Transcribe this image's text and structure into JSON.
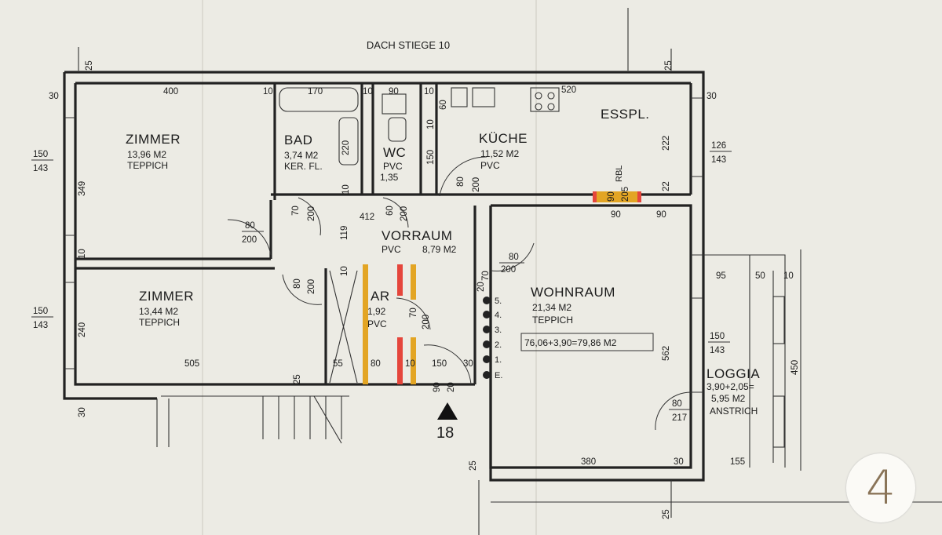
{
  "title": "DACH STIEGE 10",
  "rooms": {
    "zimmer1": {
      "name": "ZIMMER",
      "area": "13,96 M2",
      "floor": "TEPPICH"
    },
    "zimmer2": {
      "name": "ZIMMER",
      "area": "13,44 M2",
      "floor": "TEPPICH"
    },
    "bad": {
      "name": "BAD",
      "area": "3,74 M2",
      "floor": "KER. FL."
    },
    "wc": {
      "name": "WC",
      "area": "1,35",
      "floor": "PVC"
    },
    "kueche": {
      "name": "KÜCHE",
      "area": "11,52 M2",
      "floor": "PVC"
    },
    "esspl": {
      "name": "ESSPL."
    },
    "vorraum": {
      "name": "VORRAUM",
      "floor": "PVC",
      "area": "8,79 M2"
    },
    "ar": {
      "name": "AR",
      "area": "1,92",
      "floor": "PVC"
    },
    "wohnraum": {
      "name": "WOHNRAUM",
      "area": "21,34 M2",
      "floor": "TEPPICH"
    },
    "loggia": {
      "name": "LOGGIA",
      "area": "3,90+2,05=",
      "area2": "5,95 M2",
      "floor": "ANSTRICH"
    }
  },
  "total_area": "76,06+3,90=79,86 M2",
  "rbl": "RBL",
  "stair_number": "18",
  "steps": [
    "5.",
    "4.",
    "3.",
    "2.",
    "1.",
    "E."
  ],
  "dims": {
    "d25a": "25",
    "d30a": "30",
    "d400": "400",
    "d10a": "10",
    "d170": "170",
    "d10b": "10",
    "d90a": "90",
    "d10c": "10",
    "d60": "60",
    "d520": "520",
    "d25b": "25",
    "d30b": "30",
    "w150a": "150",
    "w143a": "143",
    "d349": "349",
    "d10d": "10",
    "d220": "220",
    "d10e": "10",
    "d10f": "10",
    "d150a": "150",
    "d222": "222",
    "d22": "22",
    "r126": "126",
    "r143": "143",
    "d80a": "80",
    "d200a": "200",
    "d90b": "90",
    "d205": "205",
    "d90c": "90",
    "d90d": "90",
    "d70a": "70",
    "d200b": "200",
    "d412": "412",
    "d60b": "60",
    "d200c": "200",
    "d80b": "80",
    "d200d": "200",
    "d119": "119",
    "d80c": "80",
    "d200e": "200",
    "d70b": "70",
    "d20a": "20",
    "d80d": "80",
    "d200f": "200",
    "d10g": "10",
    "d95": "95",
    "d50": "50",
    "d10h": "10",
    "w150b": "150",
    "w143b": "143",
    "d240": "240",
    "d70c": "70",
    "d200g": "200",
    "d505": "505",
    "d55": "55",
    "d80e": "80",
    "d10i": "10",
    "d150b": "150",
    "d30c": "30",
    "d25c": "25",
    "d90e": "90",
    "d20b": "20",
    "d30d": "30",
    "l150": "150",
    "l143": "143",
    "d562": "562",
    "d450": "450",
    "d80f": "80",
    "d217": "217",
    "d25d": "25",
    "d380": "380",
    "d30e": "30",
    "d155": "155",
    "d25e": "25"
  },
  "logo": {
    "glyph": "4",
    "color": "#8a7458"
  }
}
